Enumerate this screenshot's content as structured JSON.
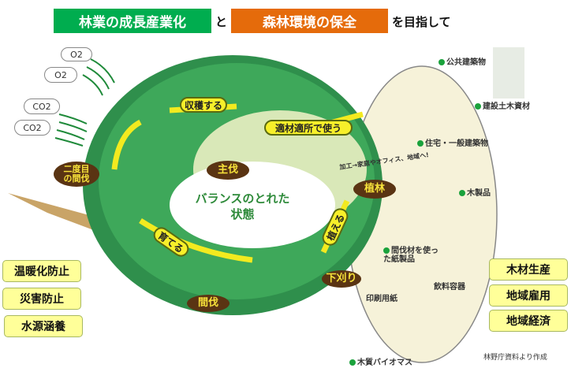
{
  "header": {
    "goal1": "林業の成長産業化",
    "connector": "と",
    "goal2": "森林環境の保全",
    "suffix": "を目指して",
    "colors": {
      "goal1": "#00ad4f",
      "goal2": "#e56b0b"
    }
  },
  "clouds": [
    "O2",
    "O2",
    "CO2",
    "CO2"
  ],
  "cycle": {
    "center": "バランスのとれた状態",
    "steps": {
      "harvest_arrow": "収穫する",
      "use_arrow": "適材適所で使う",
      "final_cutting": "主伐",
      "second_thinning": "二度目の間伐",
      "planting": "植林",
      "plant_arrow": "植える",
      "grow_arrow": "育てる",
      "thinning": "間伐",
      "weeding": "下刈り"
    }
  },
  "uses": {
    "processing_note": "加工→家庭やオフィス、地域へ!",
    "items": [
      "公共建築物",
      "建設土木資材",
      "住宅・一般建築物",
      "木製品",
      "間伐材を使った紙製品",
      "印刷用紙",
      "飲料容器",
      "木質バイオマス"
    ]
  },
  "left_benefits": [
    "温暖化防止",
    "災害防止",
    "水源涵養"
  ],
  "right_benefits": [
    "木材生産",
    "地域雇用",
    "地域経済"
  ],
  "source": "林野庁資料より作成"
}
